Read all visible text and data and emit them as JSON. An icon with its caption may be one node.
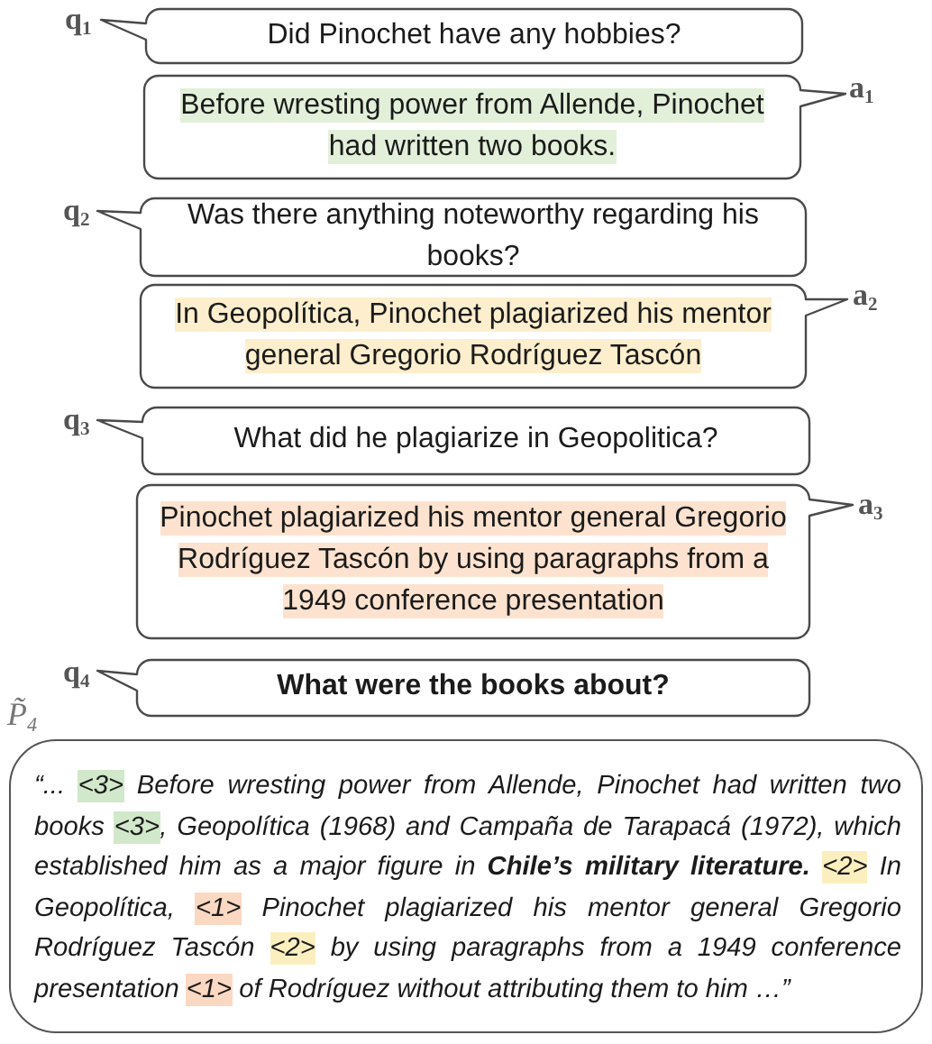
{
  "diagram": {
    "nodes": [
      {
        "text": [
          "Did Pinochet have any hobbies?"
        ],
        "beside": [
          "q$_{1}$"
        ]
      },
      {
        "text": [
          "Before wresting power from Allende, Pinochet had written two books."
        ],
        "beside": [
          "a$_{1}$"
        ]
      },
      {
        "text": [
          "Was there anything noteworthy regarding his books?"
        ],
        "beside": [
          "q$_{2}$"
        ]
      },
      {
        "text": [
          "In Geopolítica, Pinochet plagiarized his mentor general Gregorio Rodríguez Tascón"
        ],
        "beside": [
          "a$_{2}$"
        ]
      },
      {
        "text": [
          "What did he plagiarize in Geopolitica?"
        ],
        "beside": [
          "q$_{3}$"
        ]
      },
      {
        "text": [
          "Pinochet plagiarized his mentor general Gregorio Rodríguez Tascón by using paragraphs from a 1949 conference presentation"
        ],
        "beside": [
          "a$_{3}$"
        ]
      },
      {
        "text": [
          "What were the books about?"
        ],
        "beside": [
          "q$_{4}$"
        ]
      },
      {
        "text": [
          "“... <3> Before wresting power from Allende, Pinochet had written two books <3>, Geopolítica (1968) and Campaña de Tarapacá (1972), which established him as a major figure in **Chile’s military literature.** <2> In Geopolítica, <1> Pinochet plagiarized his mentor general Gregorio Rodríguez Tascón <2> by using paragraphs from a 1949 conference presentation <1> of Rodríguez without attributing them to him …”"
        ],
        "beside": [
          "P̃$_{4}$"
        ]
      }
    ]
  }
}
